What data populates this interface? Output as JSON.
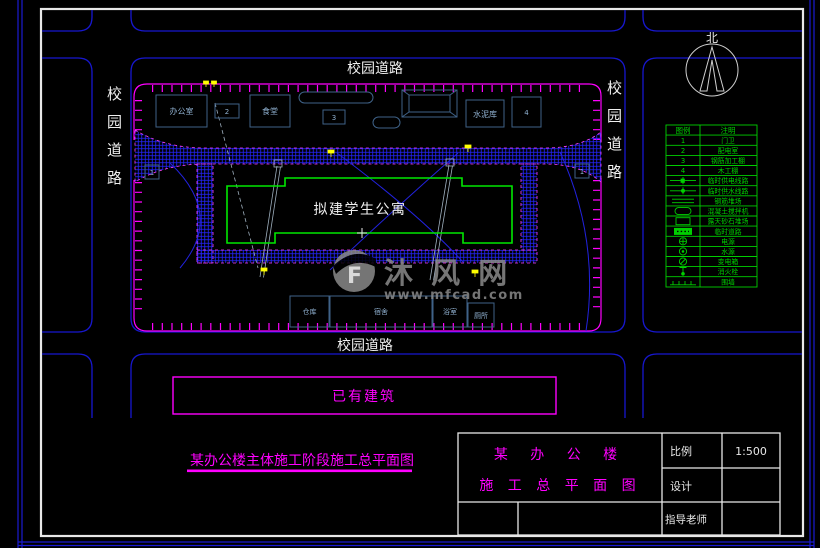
{
  "roads": {
    "top_label": "校园道路",
    "bottom_label": "校园道路",
    "left_label": "校园道路",
    "right_label": "校园道路"
  },
  "north": {
    "label": "北"
  },
  "site": {
    "proposed_building_label": "拟建学生公寓",
    "existing_building_label": "已有建筑",
    "caption": "某办公楼主体施工阶段施工总平面图"
  },
  "facilities": {
    "office": "办公室",
    "canteen": "食堂",
    "cement_store": "水泥库",
    "warehouse": "仓库",
    "dormitory": "宿舍",
    "bathroom": "浴室",
    "toilet": "厕所",
    "gate_left_no": "1",
    "gate_right_no": "1",
    "no2": "2",
    "no3": "3",
    "no4": "4"
  },
  "legend": {
    "header_symbol": "图例",
    "header_label": "注明",
    "rows": [
      {
        "sym": "1",
        "label": "门卫"
      },
      {
        "sym": "2",
        "label": "配电室"
      },
      {
        "sym": "3",
        "label": "钢筋加工棚"
      },
      {
        "sym": "4",
        "label": "木工棚"
      },
      {
        "sym": "power-line",
        "label": "临时供电线路"
      },
      {
        "sym": "water-line",
        "label": "临时供水线路"
      },
      {
        "sym": "double-line",
        "label": "钢筋堆场"
      },
      {
        "sym": "mixer",
        "label": "混凝土搅拌机"
      },
      {
        "sym": "open-rect",
        "label": "露天砂石堆场"
      },
      {
        "sym": "hatch-rect",
        "label": "临时道路"
      },
      {
        "sym": "power-source",
        "label": "电源"
      },
      {
        "sym": "water-source",
        "label": "水源"
      },
      {
        "sym": "transformer",
        "label": "变电箱"
      },
      {
        "sym": "hydrant",
        "label": "消火栓"
      },
      {
        "sym": "wall",
        "label": "围墙"
      }
    ]
  },
  "title_block": {
    "title_line1": "某 办 公 楼",
    "title_line2": "施 工 总 平 面 图",
    "scale_label": "比例",
    "scale_value": "1:500",
    "design_label": "设计",
    "advisor_label": "指导老师"
  },
  "watermark": {
    "brand": "沐 风 网",
    "url": "www.mfcad.com"
  },
  "colors": {
    "road_blue": "#1717cf",
    "hatch_blue": "#2525ff",
    "fence_magenta": "#ff00ff",
    "building_green": "#00e800",
    "legend_green": "#00cf00",
    "box_blue": "#3f6288",
    "marker_yellow": "#ffff00",
    "watermark_gray": "#8a8a8a"
  }
}
